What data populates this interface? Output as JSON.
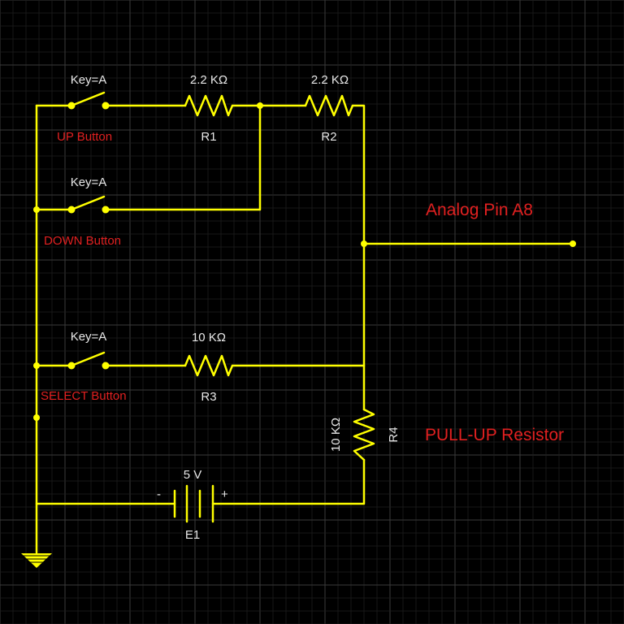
{
  "colors": {
    "background": "#000000",
    "wire": "#ffff00",
    "label": "#e8e8e8",
    "annotation": "#e02020",
    "grid_major": "#3a3a3a",
    "grid_minor": "#1e1e1e"
  },
  "switches": {
    "up": {
      "key": "Key=A",
      "name": "UP Button"
    },
    "down": {
      "key": "Key=A",
      "name": "DOWN Button"
    },
    "select": {
      "key": "Key=A",
      "name": "SELECT Button"
    }
  },
  "resistors": {
    "r1": {
      "value": "2.2 KΩ",
      "name": "R1"
    },
    "r2": {
      "value": "2.2 KΩ",
      "name": "R2"
    },
    "r3": {
      "value": "10 KΩ",
      "name": "R3"
    },
    "r4": {
      "value": "10 KΩ",
      "name": "R4"
    }
  },
  "battery": {
    "voltage": "5 V",
    "name": "E1",
    "minus": "-",
    "plus": "+"
  },
  "annotations": {
    "analog_pin": "Analog Pin A8",
    "pullup": "PULL-UP Resistor"
  },
  "icons": {
    "ground": "ground-icon",
    "switch": "switch-icon",
    "resistor": "resistor-icon",
    "battery": "battery-icon"
  }
}
